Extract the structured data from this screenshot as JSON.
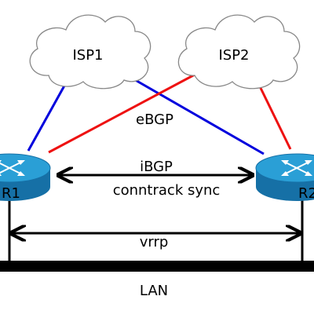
{
  "nodes": {
    "isp1": {
      "label": "ISP1"
    },
    "isp2": {
      "label": "ISP2"
    },
    "r1": {
      "label": "R1"
    },
    "r2": {
      "label": "R2"
    },
    "lan": {
      "label": "LAN"
    }
  },
  "links": {
    "ebgp": {
      "label": "eBGP",
      "color_isp1": "#0000dd",
      "color_isp2": "#ee1111"
    },
    "ibgp": {
      "label": "iBGP"
    },
    "conntrack": {
      "label": "conntrack sync"
    },
    "vrrp": {
      "label": "vrrp"
    }
  },
  "colors": {
    "router_top": "#2a9fd6",
    "router_side": "#1670a6",
    "cloud_fill": "#ffffff",
    "cloud_stroke": "#888888",
    "lan_bar": "#000000"
  }
}
